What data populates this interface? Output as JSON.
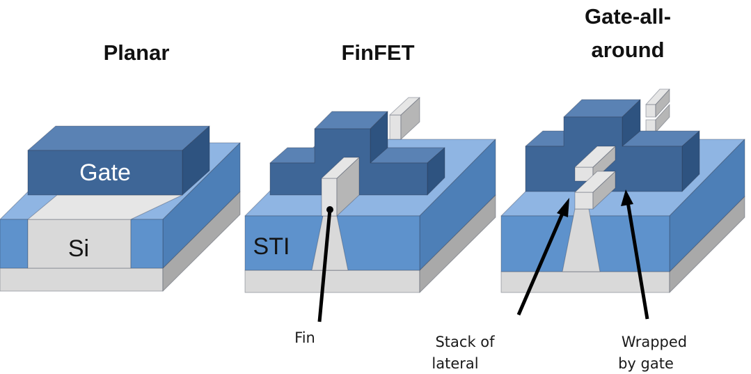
{
  "titles": {
    "planar": "Planar",
    "finfet": "FinFET",
    "gaa_line1": "Gate-all-",
    "gaa_line2": "around"
  },
  "labels": {
    "gate": "Gate",
    "si": "Si",
    "sti": "STI",
    "fin": "Fin",
    "stack_line1": "Stack of",
    "stack_line2": "lateral",
    "wrapped_line1": "Wrapped",
    "wrapped_line2": "by gate"
  },
  "colors": {
    "gate_front": "#3e6697",
    "gate_top": "#5a82b4",
    "gate_side": "#2e5380",
    "sti_front": "#5e92cc",
    "sti_top": "#8fb5e3",
    "sti_side": "#4d7fb7",
    "si_front": "#d9d9d9",
    "si_top": "#e6e6e6",
    "si_side": "#a9a9a9",
    "fin_front": "#e3e3e3",
    "fin_side": "#b6b6b6",
    "label_white": "#ffffff",
    "label_dark": "#141414"
  }
}
